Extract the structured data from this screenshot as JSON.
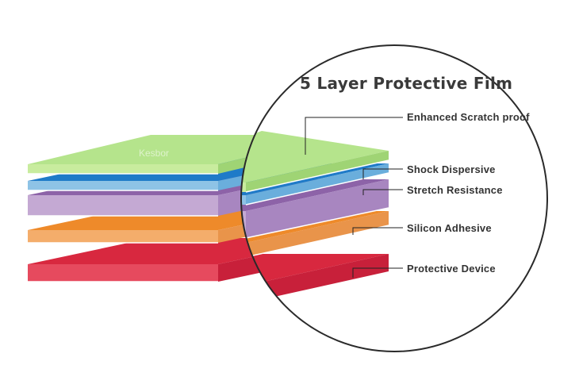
{
  "title": "5 Layer Protective Film",
  "watermark": "Kesbor",
  "layers": [
    {
      "label": "Enhanced Scratch proof",
      "top": "#b5e48c",
      "front": "#c8ec9e",
      "side": "#9fd474",
      "edge": "#ffffff"
    },
    {
      "label": "Shock Dispersive",
      "top": "#1f7bc8",
      "front": "#8ec3e6",
      "side": "#6aaedc",
      "edge": "#ffffff"
    },
    {
      "label": "Stretch Resistance",
      "top": "#8d63a8",
      "front": "#c4a9d3",
      "side": "#a886c0",
      "edge": "#ffffff"
    },
    {
      "label": "Silicon Adhesive",
      "top": "#ee8a2a",
      "front": "#f4ad6b",
      "side": "#e9944a",
      "edge": "#ffffff"
    },
    {
      "label": "Protective Device",
      "top": "#d8283f",
      "front": "#e64a5e",
      "side": "#c8203a",
      "edge": "#ffffff"
    }
  ]
}
